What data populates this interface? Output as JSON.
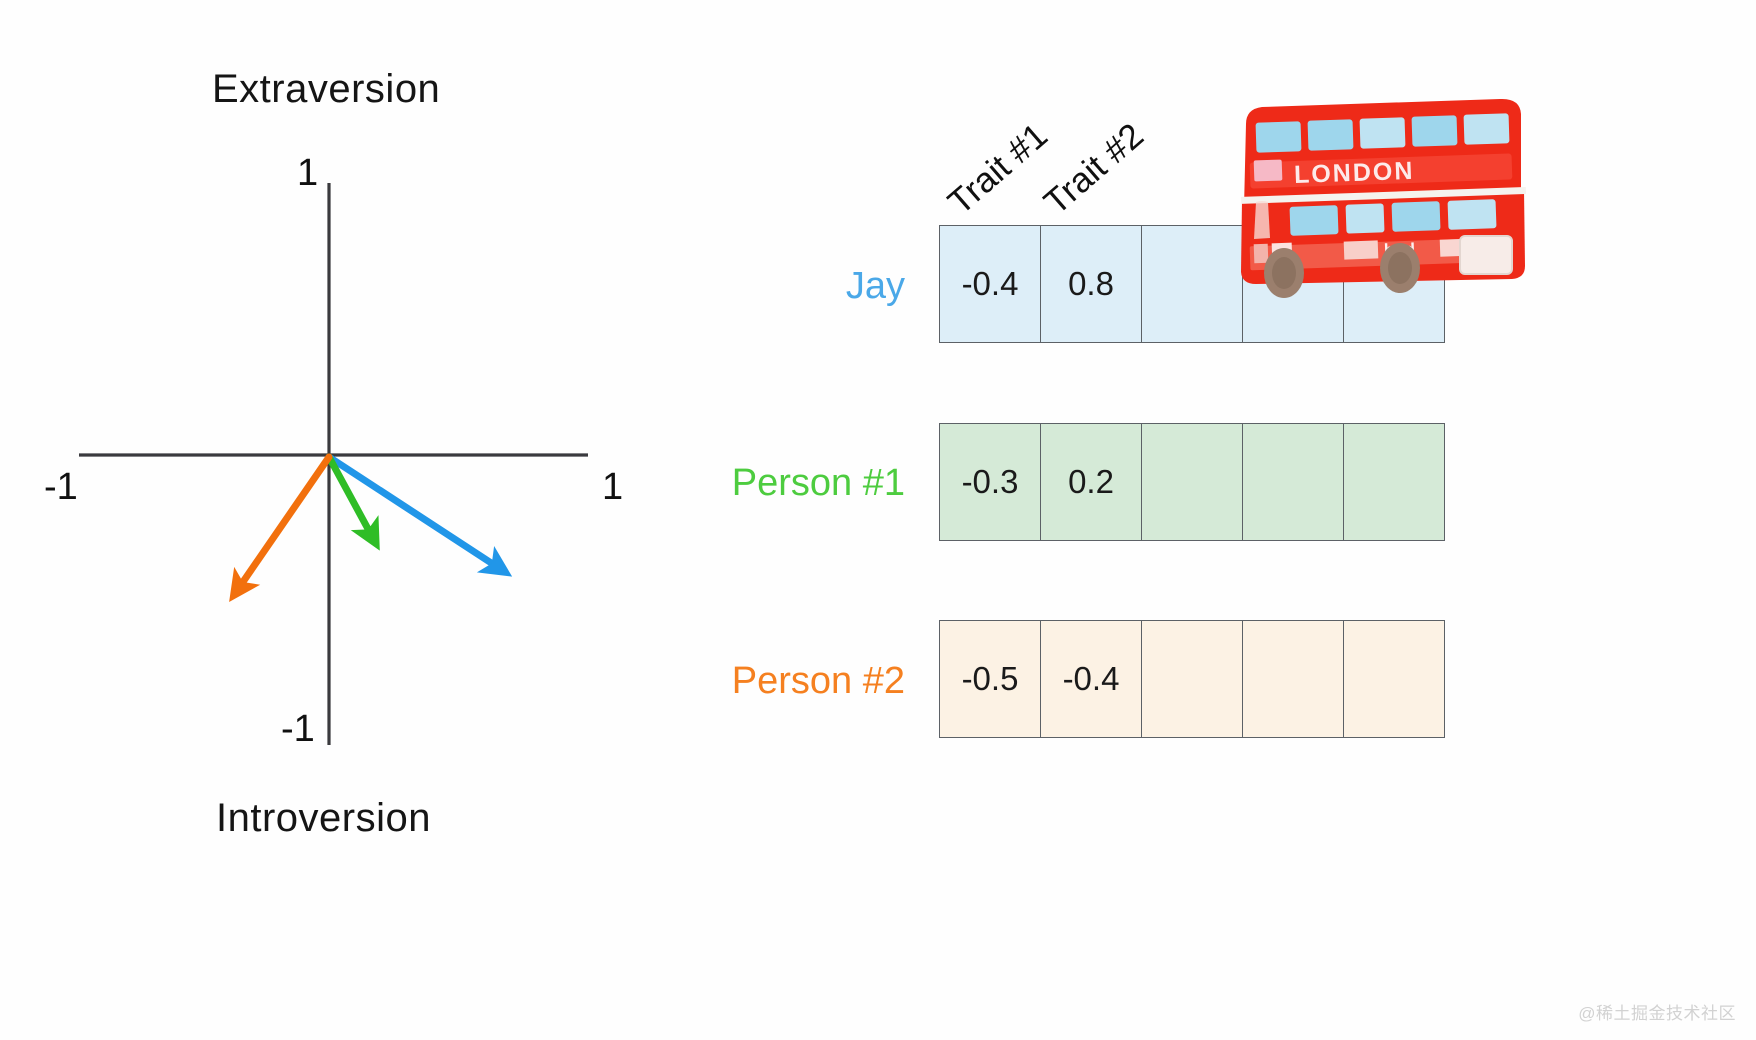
{
  "chart_data": {
    "type": "scatter",
    "title": "",
    "xlabel": "",
    "ylabel": "Extraversion / Introversion",
    "axis": {
      "y_top_label": "Extraversion",
      "y_bottom_label": "Introversion",
      "x_min_tick": "-1",
      "x_max_tick": "1",
      "y_max_tick": "1",
      "y_min_tick": "-1",
      "xlim": [
        -1,
        1
      ],
      "ylim": [
        -1,
        1
      ],
      "grid": false
    },
    "vectors": [
      {
        "name": "Jay",
        "color": "#2196e8",
        "x": 0.62,
        "y": -0.42
      },
      {
        "name": "Person #1",
        "color": "#2fbd26",
        "x": 0.19,
        "y": -0.39
      },
      {
        "name": "Person #2",
        "color": "#f2700d",
        "x": -0.37,
        "y": -0.56
      }
    ]
  },
  "plot": {
    "y_top_label": "Extraversion",
    "y_bottom_label": "Introversion",
    "tick_top": "1",
    "tick_left": "-1",
    "tick_right": "1",
    "tick_bottom": "-1"
  },
  "matrix": {
    "column_headers": [
      "Trait #1",
      "Trait #2"
    ],
    "rows": [
      {
        "label": "Jay",
        "label_color": "#4aa8e8",
        "fill": "#ddeef8",
        "values": [
          "-0.4",
          "0.8",
          "",
          "",
          ""
        ]
      },
      {
        "label": "Person #1",
        "label_color": "#4dcc3f",
        "fill": "#d5ead7",
        "values": [
          "-0.3",
          "0.2",
          "",
          "",
          ""
        ]
      },
      {
        "label": "Person #2",
        "label_color": "#f58020",
        "fill": "#fcf2e4",
        "values": [
          "-0.5",
          "-0.4",
          "",
          "",
          ""
        ]
      }
    ]
  },
  "illustration": {
    "name": "london-double-decker-bus",
    "banner_text": "LONDON",
    "body_color": "#ee2a18",
    "window_color": "#a7d8ec"
  },
  "watermark": {
    "text": "@稀土掘金技术社区"
  }
}
